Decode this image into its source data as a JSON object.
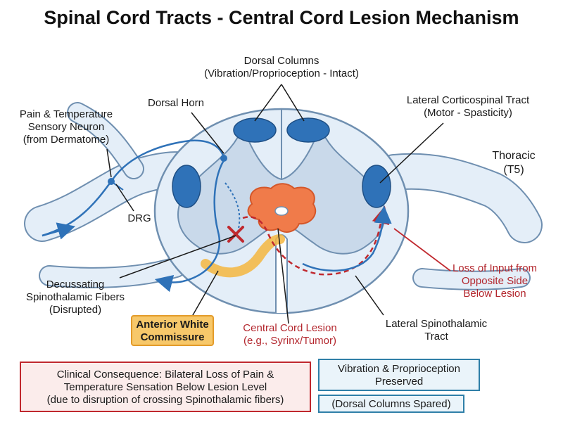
{
  "title": "Spinal Cord Tracts - Central Cord Lesion Mechanism",
  "labels": {
    "dorsal_columns": [
      "Dorsal Columns",
      "(Vibration/Proprioception - Intact)"
    ],
    "dorsal_horn": [
      "Dorsal Horn"
    ],
    "lateral_corticospinal": [
      "Lateral Corticospinal Tract",
      "(Motor - Spasticity)"
    ],
    "pain_neuron": [
      "Pain & Temperature",
      "Sensory Neuron",
      "(from Dermatome)"
    ],
    "thoracic": [
      "Thoracic",
      "(T5)"
    ],
    "drg": [
      "DRG"
    ],
    "loss_input": [
      "Loss of Input from",
      "Opposite Side",
      "Below Lesion"
    ],
    "decussating": [
      "Decussating",
      "Spinothalamic Fibers",
      "(Disrupted)"
    ],
    "anterior_commissure": [
      "Anterior White",
      "Commissure"
    ],
    "central_lesion": [
      "Central Cord Lesion",
      "(e.g., Syrinx/Tumor)"
    ],
    "lateral_spinothalamic": [
      "Lateral Spinothalamic",
      "Tract"
    ]
  },
  "boxes": {
    "clinical": [
      "Clinical Consequence: Bilateral Loss of Pain &",
      "Temperature Sensation Below Lesion Level",
      "(due to disruption of crossing Spinothalamic fibers)"
    ],
    "vibration": [
      "Vibration & Proprioception",
      "Preserved"
    ],
    "dorsal_spared": [
      "(Dorsal Columns Spared)"
    ]
  },
  "colors": {
    "cord_fill": "#e4eef8",
    "cord_outline": "#6f8fb0",
    "gray_matter": "#c9d9ea",
    "tract_blue": "#2f72b8",
    "lesion_orange": "#f07b4a",
    "commissure_yellow": "#f4b63f",
    "alert_red": "#c0282e",
    "box_red": "#c0282e",
    "box_blue": "#2f7fa8"
  }
}
